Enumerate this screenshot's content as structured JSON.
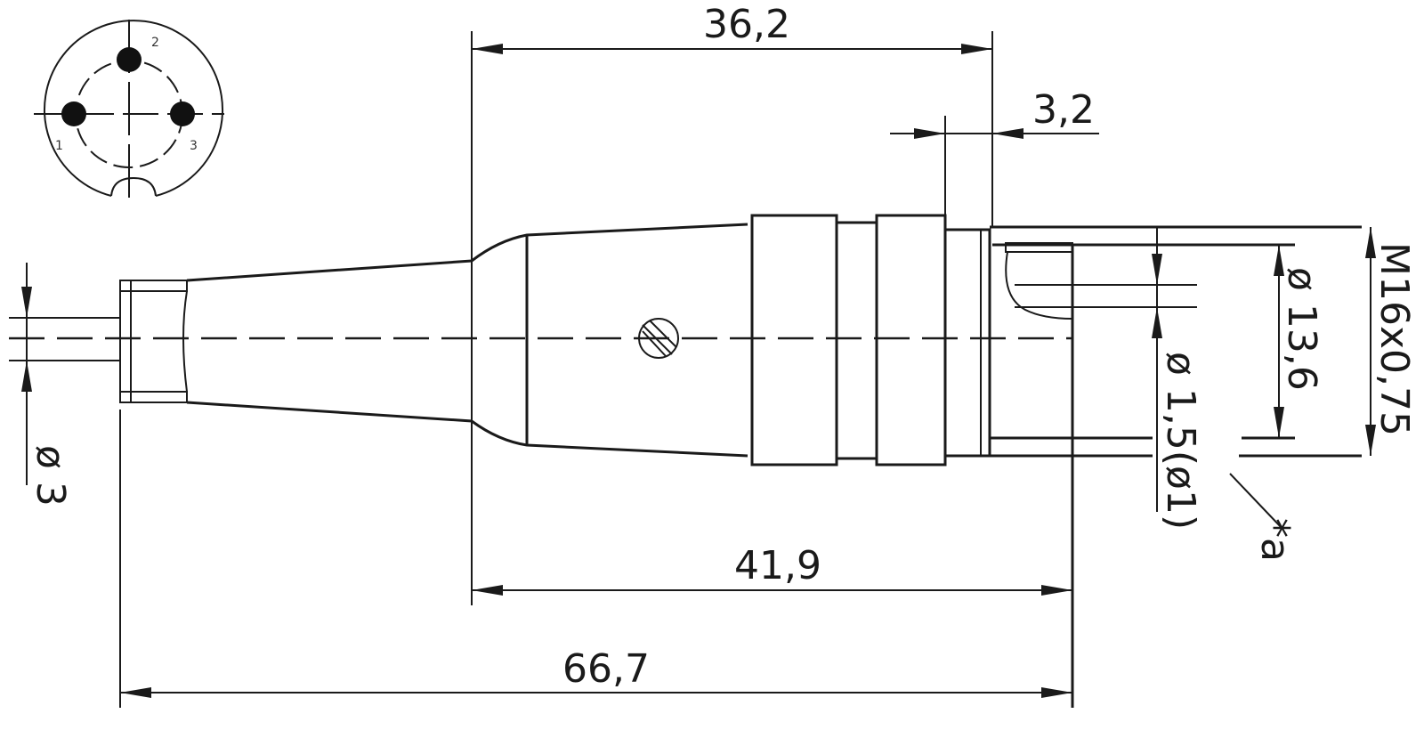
{
  "pinout": {
    "pin1": "1",
    "pin2": "2",
    "pin3": "3"
  },
  "dimensions": {
    "length_front": "36,2",
    "thread_length": "3,2",
    "length_mid": "41,9",
    "length_total": "66,7",
    "cable_diameter": "ø 3",
    "pin_diameter": "ø 1,5(ø1)",
    "inner_diameter": "ø 13,6",
    "thread": "M16x0,75",
    "note": "*a"
  }
}
